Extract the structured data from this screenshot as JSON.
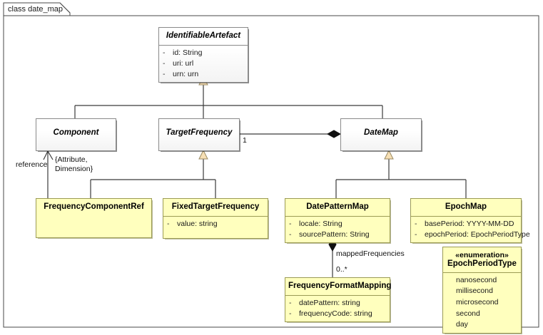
{
  "frame": {
    "label": "class date_map"
  },
  "classes": {
    "identifiable_artefact": {
      "name": "IdentifiableArtefact",
      "abstract": true,
      "attributes": [
        {
          "vis": "-",
          "text": "id: String"
        },
        {
          "vis": "-",
          "text": "uri: url"
        },
        {
          "vis": "-",
          "text": "urn: urn"
        }
      ]
    },
    "component": {
      "name": "Component",
      "abstract": true,
      "attributes": []
    },
    "target_frequency": {
      "name": "TargetFrequency",
      "abstract": true,
      "attributes": []
    },
    "date_map": {
      "name": "DateMap",
      "abstract": true,
      "attributes": []
    },
    "frequency_component_ref": {
      "name": "FrequencyComponentRef",
      "abstract": false,
      "attributes": []
    },
    "fixed_target_frequency": {
      "name": "FixedTargetFrequency",
      "abstract": false,
      "attributes": [
        {
          "vis": "-",
          "text": "value: string"
        }
      ]
    },
    "date_pattern_map": {
      "name": "DatePatternMap",
      "abstract": false,
      "attributes": [
        {
          "vis": "-",
          "text": "locale: String"
        },
        {
          "vis": "-",
          "text": "sourcePattern: String"
        }
      ]
    },
    "epoch_map": {
      "name": "EpochMap",
      "abstract": false,
      "attributes": [
        {
          "vis": "-",
          "text": "basePeriod: YYYY-MM-DD"
        },
        {
          "vis": "-",
          "text": "epochPeriod: EpochPeriodType"
        }
      ]
    },
    "frequency_format_mapping": {
      "name": "FrequencyFormatMapping",
      "abstract": false,
      "attributes": [
        {
          "vis": "-",
          "text": "datePattern: string"
        },
        {
          "vis": "-",
          "text": "frequencyCode: string"
        }
      ]
    },
    "epoch_period_type": {
      "stereotype": "«enumeration»",
      "name": "EpochPeriodType",
      "literals": [
        "nanosecond",
        "millisecond",
        "microsecond",
        "second",
        "day"
      ]
    }
  },
  "edges": {
    "reference_role": "reference",
    "reference_constraint_line1": "{Attribute,",
    "reference_constraint_line2": "Dimension}",
    "datemap_multiplicity": "1",
    "mapped_frequencies_role": "mappedFrequencies",
    "mapped_frequencies_multiplicity": "0..*"
  },
  "colors": {
    "yellow_fill": "#ffffbe",
    "yellow_border": "#9b9b55",
    "white_border": "#8a8a8a",
    "generalization_arrow_fill": "#f6dfb4",
    "line": "#3a3a3a"
  }
}
